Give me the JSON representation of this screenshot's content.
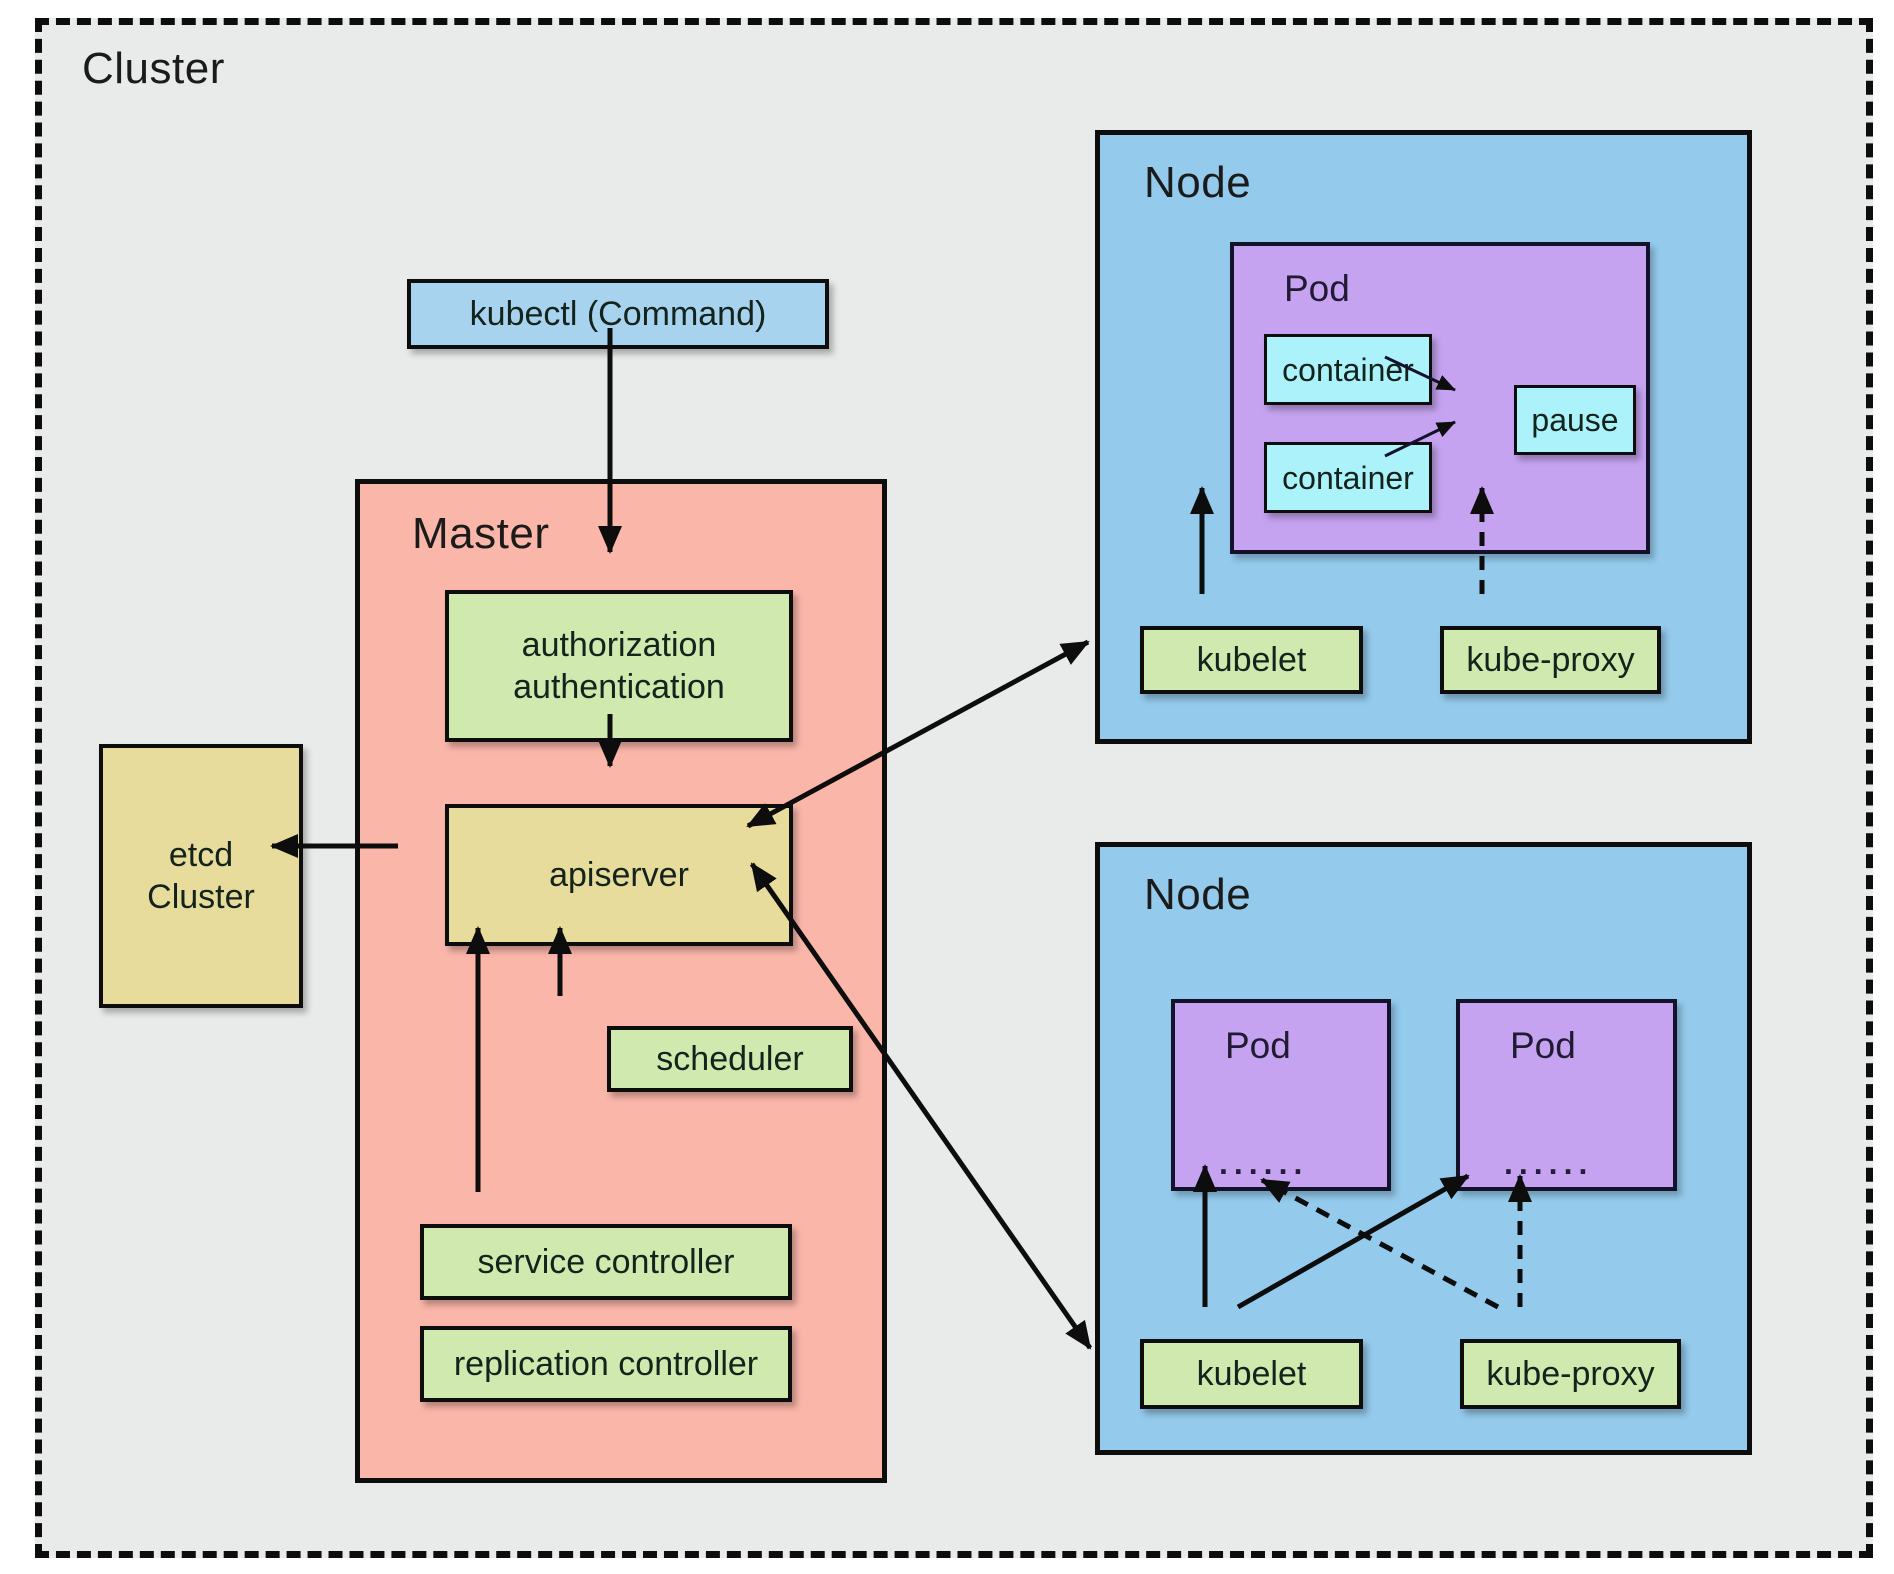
{
  "cluster": {
    "label": "Cluster"
  },
  "kubectl": {
    "label": "kubectl (Command)"
  },
  "master": {
    "label": "Master",
    "auth": {
      "line1": "authorization",
      "line2": "authentication"
    },
    "apiserver_label": "apiserver",
    "scheduler_label": "scheduler",
    "service_controller_label": "service controller",
    "replication_controller_label": "replication controller"
  },
  "etcd": {
    "line1": "etcd",
    "line2": "Cluster"
  },
  "node_top": {
    "label": "Node",
    "pod": {
      "label": "Pod",
      "containers": [
        "container",
        "container"
      ],
      "pause_label": "pause"
    },
    "kubelet_label": "kubelet",
    "kube_proxy_label": "kube-proxy"
  },
  "node_bottom": {
    "label": "Node",
    "pods": [
      {
        "label": "Pod",
        "ellipsis": "......"
      },
      {
        "label": "Pod",
        "ellipsis": "......"
      }
    ],
    "kubelet_label": "kubelet",
    "kube_proxy_label": "kube-proxy"
  },
  "colors": {
    "cluster_bg": "#e9ebeb",
    "master_bg": "#fbb6aa",
    "node_bg": "#94caec",
    "kubectl_bg": "#a7d3ee",
    "green_box": "#cfe9af",
    "khaki_box": "#e7dc9b",
    "pod_bg": "#c5a3f1",
    "container_bg": "#abf2fb",
    "line": "#0d0d0d"
  }
}
